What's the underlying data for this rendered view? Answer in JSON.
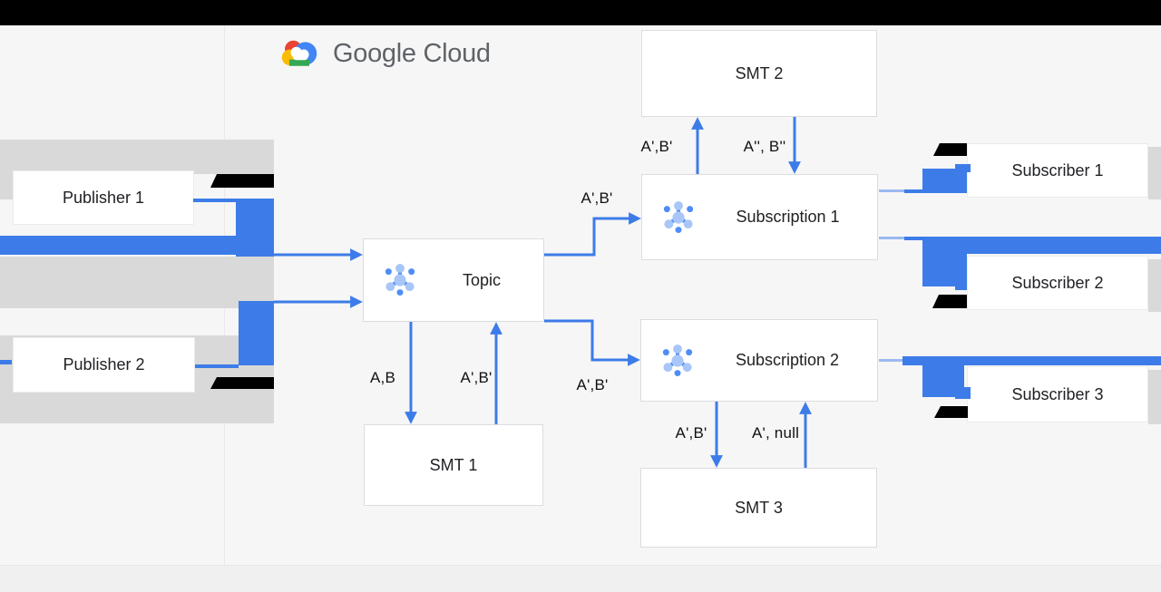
{
  "header": {
    "logo_text": "Google Cloud"
  },
  "nodes": {
    "publisher1": "Publisher 1",
    "publisher2": "Publisher 2",
    "topic": "Topic",
    "smt1": "SMT 1",
    "smt2": "SMT 2",
    "smt3": "SMT 3",
    "subscription1": "Subscription 1",
    "subscription2": "Subscription 2",
    "subscriber1": "Subscriber 1",
    "subscriber2": "Subscriber 2",
    "subscriber3": "Subscriber 3"
  },
  "edges": {
    "topic_to_smt1": "A,B",
    "smt1_to_topic": "A',B'",
    "topic_to_sub1": "A',B'",
    "topic_to_sub2": "A',B'",
    "sub1_to_smt2": "A',B'",
    "smt2_to_sub1": "A'', B''",
    "sub2_to_smt3": "A',B'",
    "smt3_to_sub2": "A', null"
  },
  "icons": {
    "node_icon": "pubsub-icon",
    "logo_icon": "google-cloud-logo-icon"
  },
  "colors": {
    "arrow_blue": "#3d7ce8",
    "light_blue": "#9bb9f1",
    "gray_band": "#d9d9d9",
    "background": "#f6f6f6",
    "footer": "#f0f0f1",
    "logo_text_gray": "#5f6368",
    "pubsub_icon_light": "#a8c6f7",
    "pubsub_icon_dark": "#4e8df7"
  }
}
